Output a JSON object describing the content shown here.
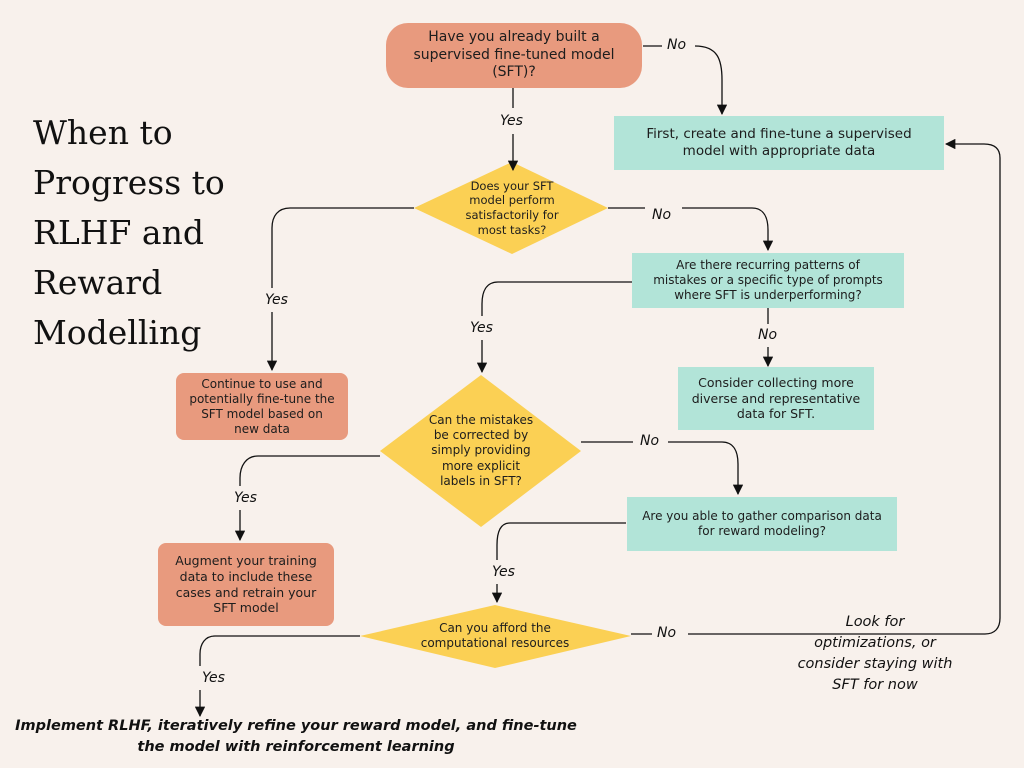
{
  "title": [
    "When to",
    "Progress to",
    "RLHF and",
    "Reward",
    "Modelling"
  ],
  "nodes": {
    "q_sft_built": [
      "Have you already built a",
      "supervised fine-tuned model",
      "(SFT)?"
    ],
    "create_sft": [
      "First, create and fine-tune a supervised",
      "model with appropriate data"
    ],
    "q_performs": [
      "Does your SFT",
      "model perform",
      "satisfactorily for",
      "most tasks?"
    ],
    "q_patterns": [
      "Are there recurring patterns of",
      "mistakes or a specific type of prompts",
      "where SFT is underperforming?"
    ],
    "continue_sft": [
      "Continue to use and",
      "potentially fine-tune the",
      "SFT model based on",
      "new data"
    ],
    "collect_data": [
      "Consider collecting more",
      "diverse and representative",
      "data for SFT."
    ],
    "q_correct": [
      "Can the mistakes",
      "be corrected by",
      "simply providing",
      "more explicit",
      "labels in SFT?"
    ],
    "q_comparison": [
      "Are you able to gather comparison data",
      "for reward modeling?"
    ],
    "augment": [
      "Augment your training",
      "data to include these",
      "cases and retrain your",
      "SFT model"
    ],
    "q_afford": [
      "Can you afford the",
      "computational resources"
    ]
  },
  "labels": {
    "yes": "Yes",
    "no": "No"
  },
  "note": [
    "Look for",
    "optimizations, or",
    "consider staying with",
    "SFT for now"
  ],
  "final": [
    "Implement RLHF, iteratively refine your reward model, and fine-tune",
    "the model with reinforcement learning"
  ],
  "colors": {
    "background": "#f8f1ec",
    "question_box": "#e89a7e",
    "action_box": "#b2e4d8",
    "decision": "#fbd054",
    "connector": "#111111"
  }
}
